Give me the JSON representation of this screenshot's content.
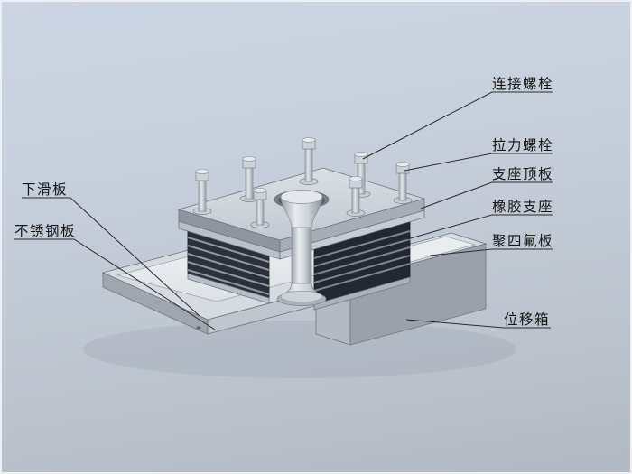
{
  "labels": {
    "right": [
      {
        "text": "连接螺栓"
      },
      {
        "text": "拉力螺栓"
      },
      {
        "text": "支座顶板"
      },
      {
        "text": "橡胶支座"
      },
      {
        "text": "聚四氟板"
      },
      {
        "text": "位移箱"
      }
    ],
    "left": [
      {
        "text": "下滑板"
      },
      {
        "text": "不锈钢板"
      }
    ]
  },
  "colors": {
    "background_top": "#ccd5e3",
    "background_bottom": "#b2b9c3",
    "metal_light": "#eef1f4",
    "metal_mid": "#c0c6cd",
    "metal_dark": "#9aa1ab",
    "rubber_dark": "#262b33",
    "shim_stripe": "#8f97a1",
    "leader_line": "#2b2b2b",
    "label_text": "#151515"
  }
}
